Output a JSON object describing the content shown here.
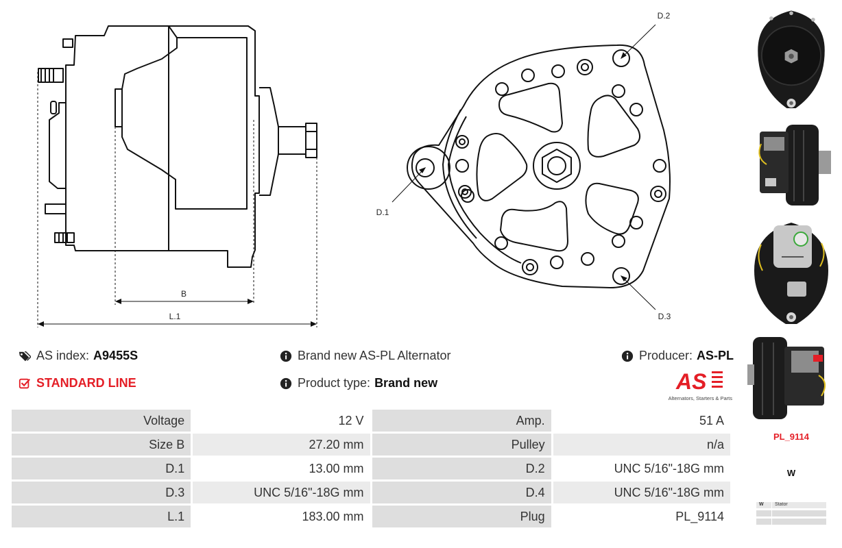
{
  "diagram": {
    "dim_b": "B",
    "dim_l1": "L.1",
    "d1": "D.1",
    "d2": "D.2",
    "d3": "D.3"
  },
  "info": {
    "as_index_label": "AS index:",
    "as_index_value": "A9455S",
    "standard_line": "STANDARD LINE",
    "description": "Brand new AS-PL Alternator",
    "product_type_label": "Product type:",
    "product_type_value": "Brand new",
    "producer_label": "Producer:",
    "producer_value": "AS-PL",
    "logo_text": "AS",
    "logo_tagline": "Alternators, Starters & Parts"
  },
  "specs": [
    {
      "l1": "Voltage",
      "v1": "12 V",
      "l2": "Amp.",
      "v2": "51 A"
    },
    {
      "l1": "Size B",
      "v1": "27.20 mm",
      "l2": "Pulley",
      "v2": "n/a"
    },
    {
      "l1": "D.1",
      "v1": "13.00 mm",
      "l2": "D.2",
      "v2": "UNC 5/16\"-18G mm"
    },
    {
      "l1": "D.3",
      "v1": "UNC 5/16\"-18G mm",
      "l2": "D.4",
      "v2": "UNC 5/16\"-18G mm"
    },
    {
      "l1": "L.1",
      "v1": "183.00 mm",
      "l2": "Plug",
      "v2": "PL_9114"
    }
  ],
  "side": {
    "plug_code": "PL_9114",
    "plug_letter": "W",
    "mini_table": {
      "col1": "W",
      "col2": "Stator"
    }
  },
  "colors": {
    "accent": "#e41e26",
    "label_bg": "#dedede",
    "alt_bg": "#ebebeb",
    "line": "#111111"
  }
}
